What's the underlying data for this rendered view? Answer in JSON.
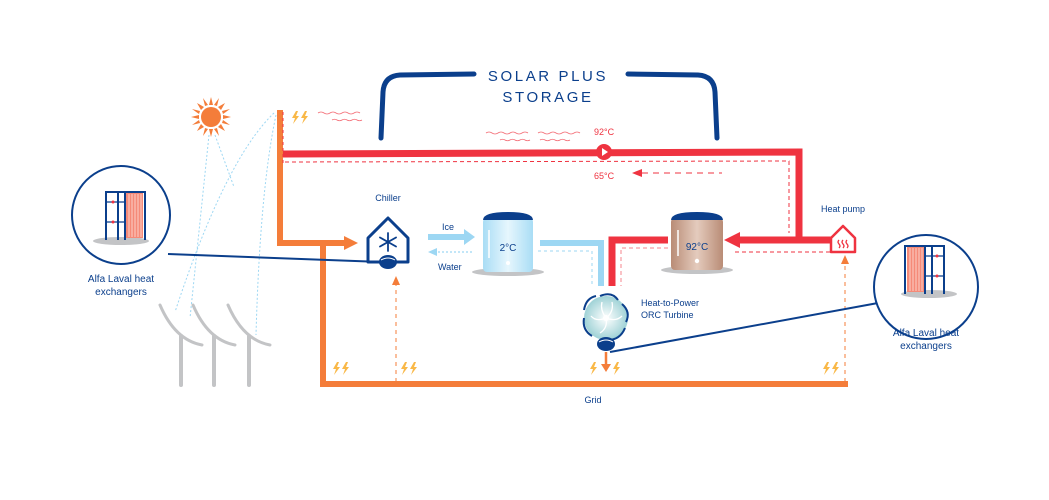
{
  "title": {
    "line1": "SOLAR PLUS",
    "line2": "STORAGE"
  },
  "loop": {
    "supply_temp": "92°C",
    "return_temp": "65°C"
  },
  "components": {
    "chiller": "Chiller",
    "ice": "Ice",
    "water": "Water",
    "cold_tank_temp": "2°C",
    "hot_tank_temp": "92°C",
    "heat_pump": "Heat pump",
    "turbine_line1": "Heat-to-Power",
    "turbine_line2": "ORC Turbine",
    "grid": "Grid"
  },
  "heat_exchangers": {
    "left_line1": "Alfa Laval heat",
    "left_line2": "exchangers",
    "right_line1": "Alfa Laval heat",
    "right_line2": "exchangers"
  },
  "colors": {
    "navy": "#0b3f8c",
    "hot_red": "#ef3340",
    "orange": "#f47d3a",
    "light_blue": "#9dd7f3",
    "tank_brown": "#c49b86",
    "bolt_yellow": "#f9b847",
    "grey": "#c3c4c6"
  }
}
